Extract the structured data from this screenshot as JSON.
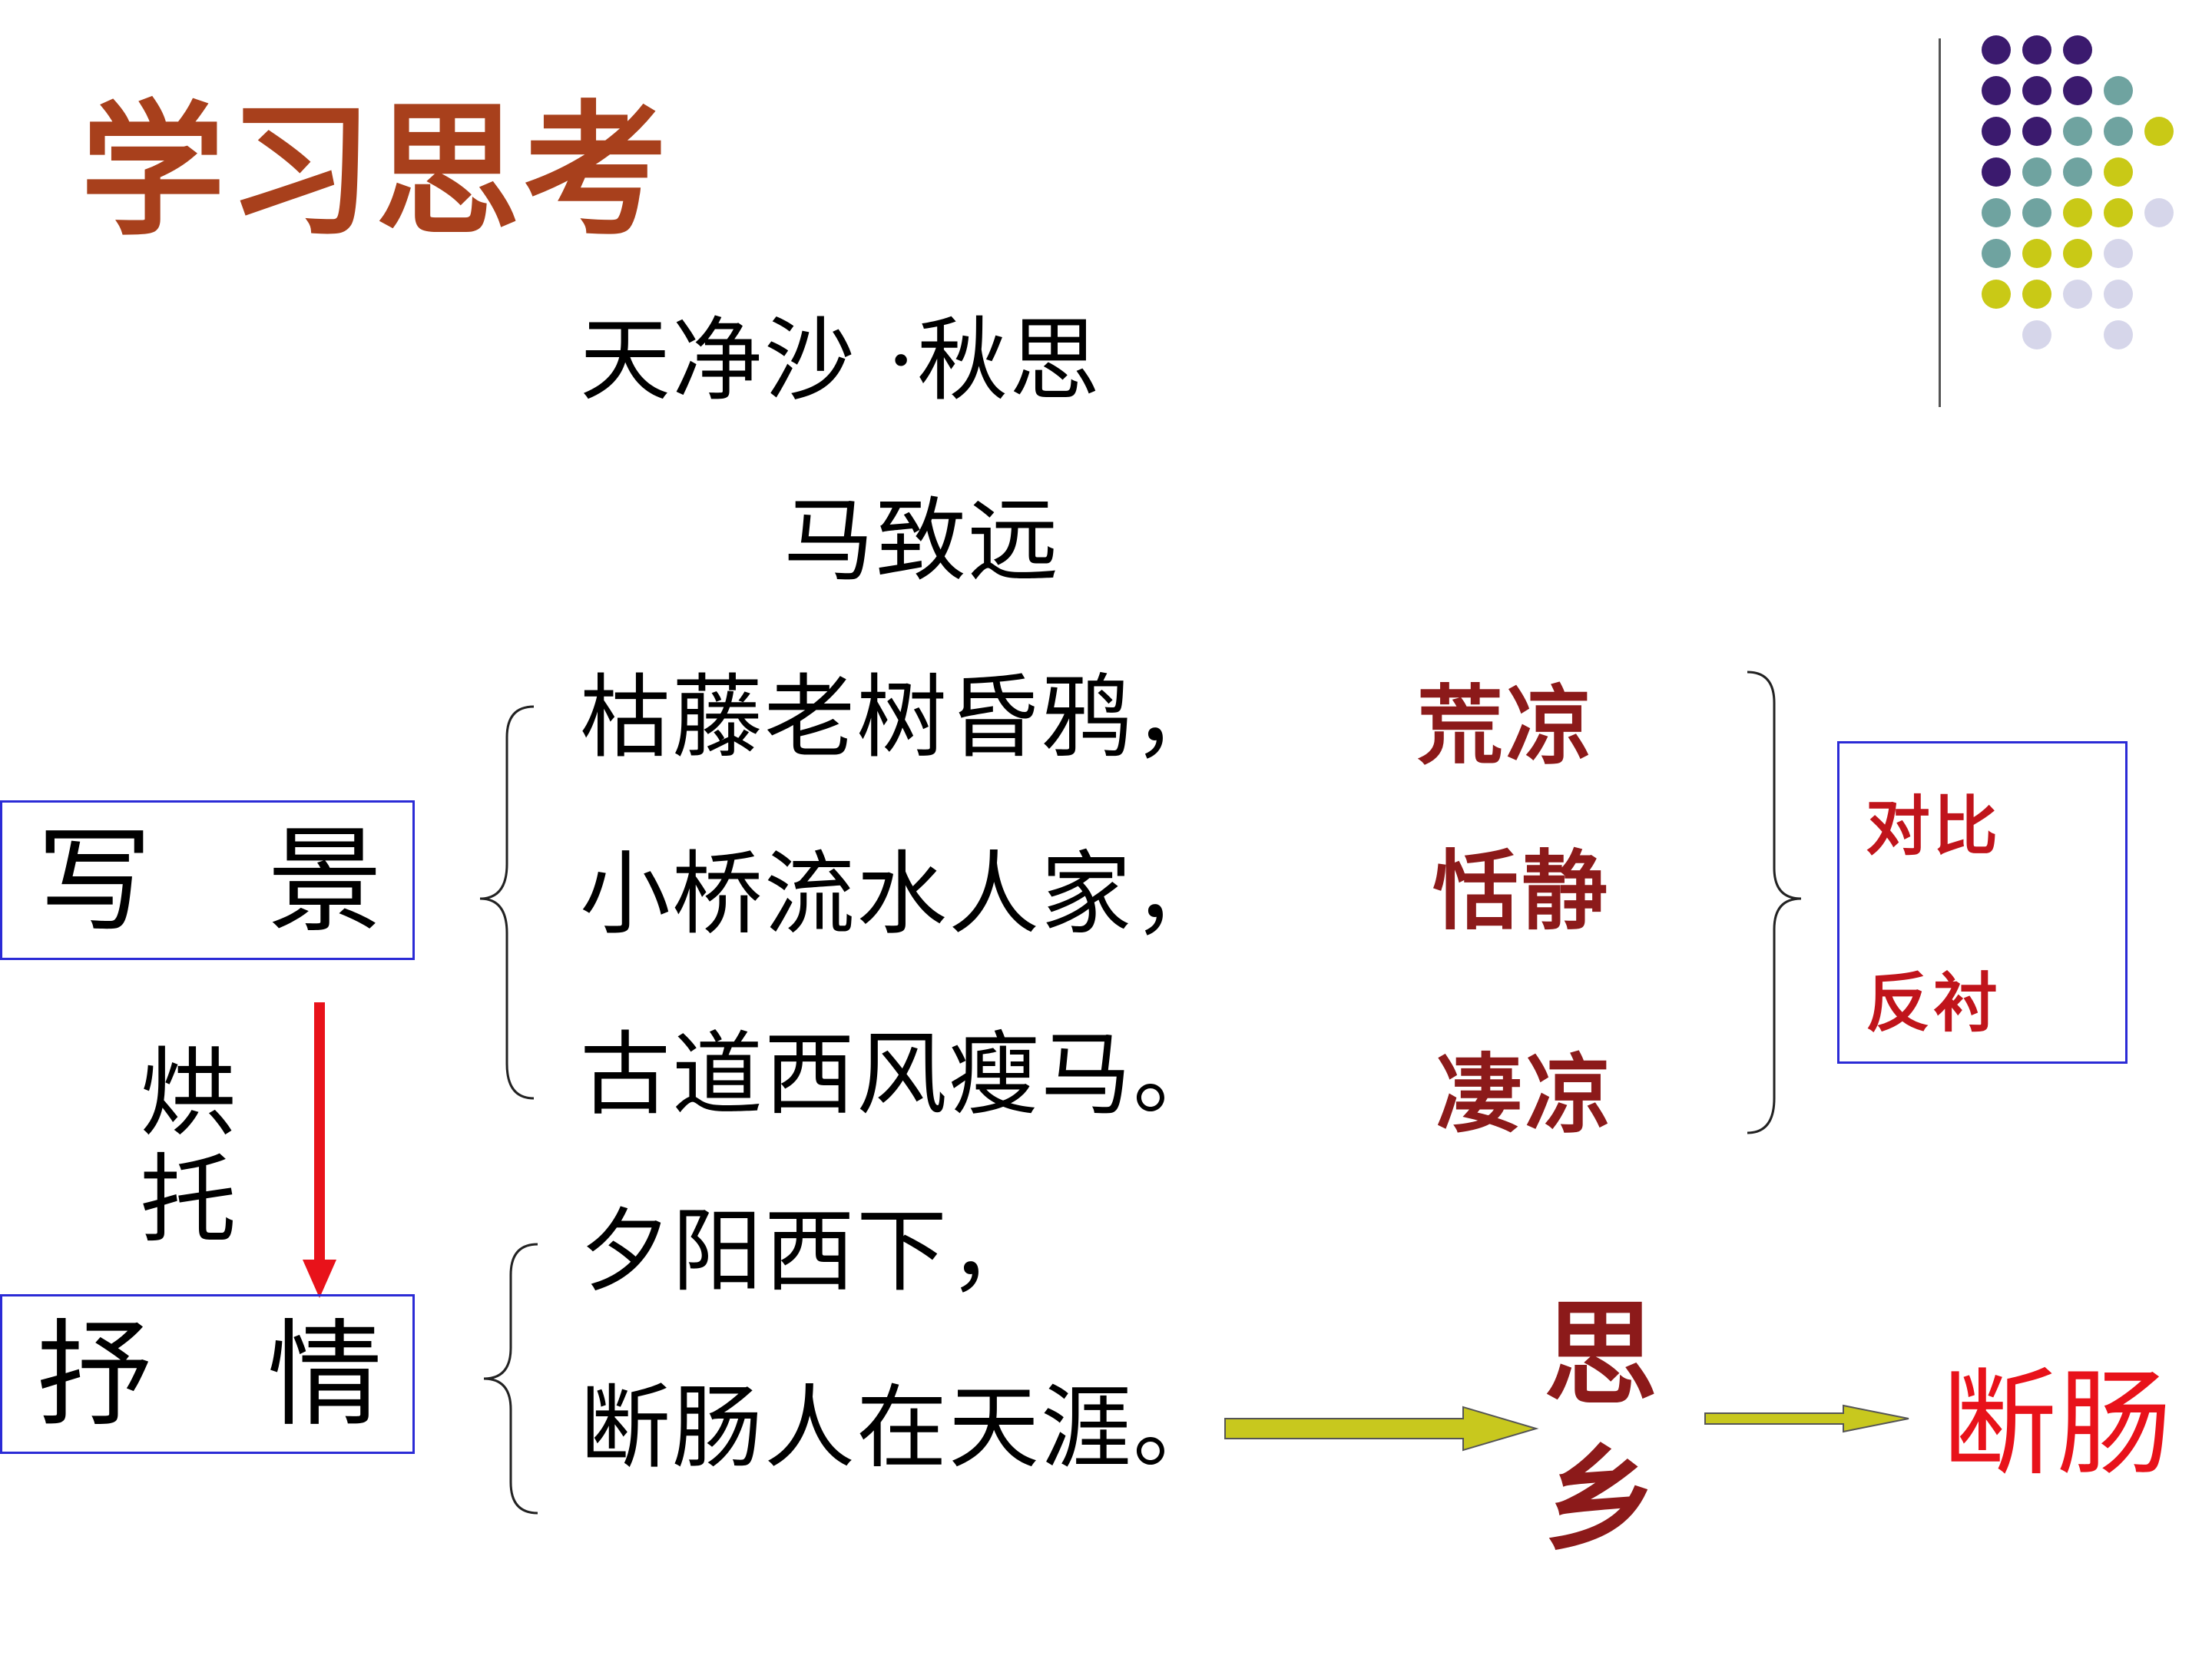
{
  "title": "学习思考",
  "poem": {
    "name": "天净沙 ·秋思",
    "author": "马致远",
    "lines": [
      "枯藤老树昏鸦，",
      "小桥流水人家，",
      "古道西风瘦马。",
      "夕阳西下，",
      "断肠人在天涯。"
    ]
  },
  "moods": [
    "荒凉",
    "恬静",
    "凄凉"
  ],
  "technique": {
    "line1": "对比",
    "line2": "反衬"
  },
  "left": {
    "scene": "写　景",
    "emotion": "抒　情",
    "relation": "烘托"
  },
  "result": {
    "homesick": "思乡",
    "heartbreak": "断肠"
  },
  "colors": {
    "title": "#a8401c",
    "mood": "#8c1a1a",
    "accent_red": "#c0141b",
    "box_border": "#2b2bd6",
    "arrow_olive": "#c8c81e",
    "purple": "#3b1a6e",
    "teal": "#6fa3a0",
    "yellow": "#c9c916",
    "lavender": "#d6d6ea"
  }
}
